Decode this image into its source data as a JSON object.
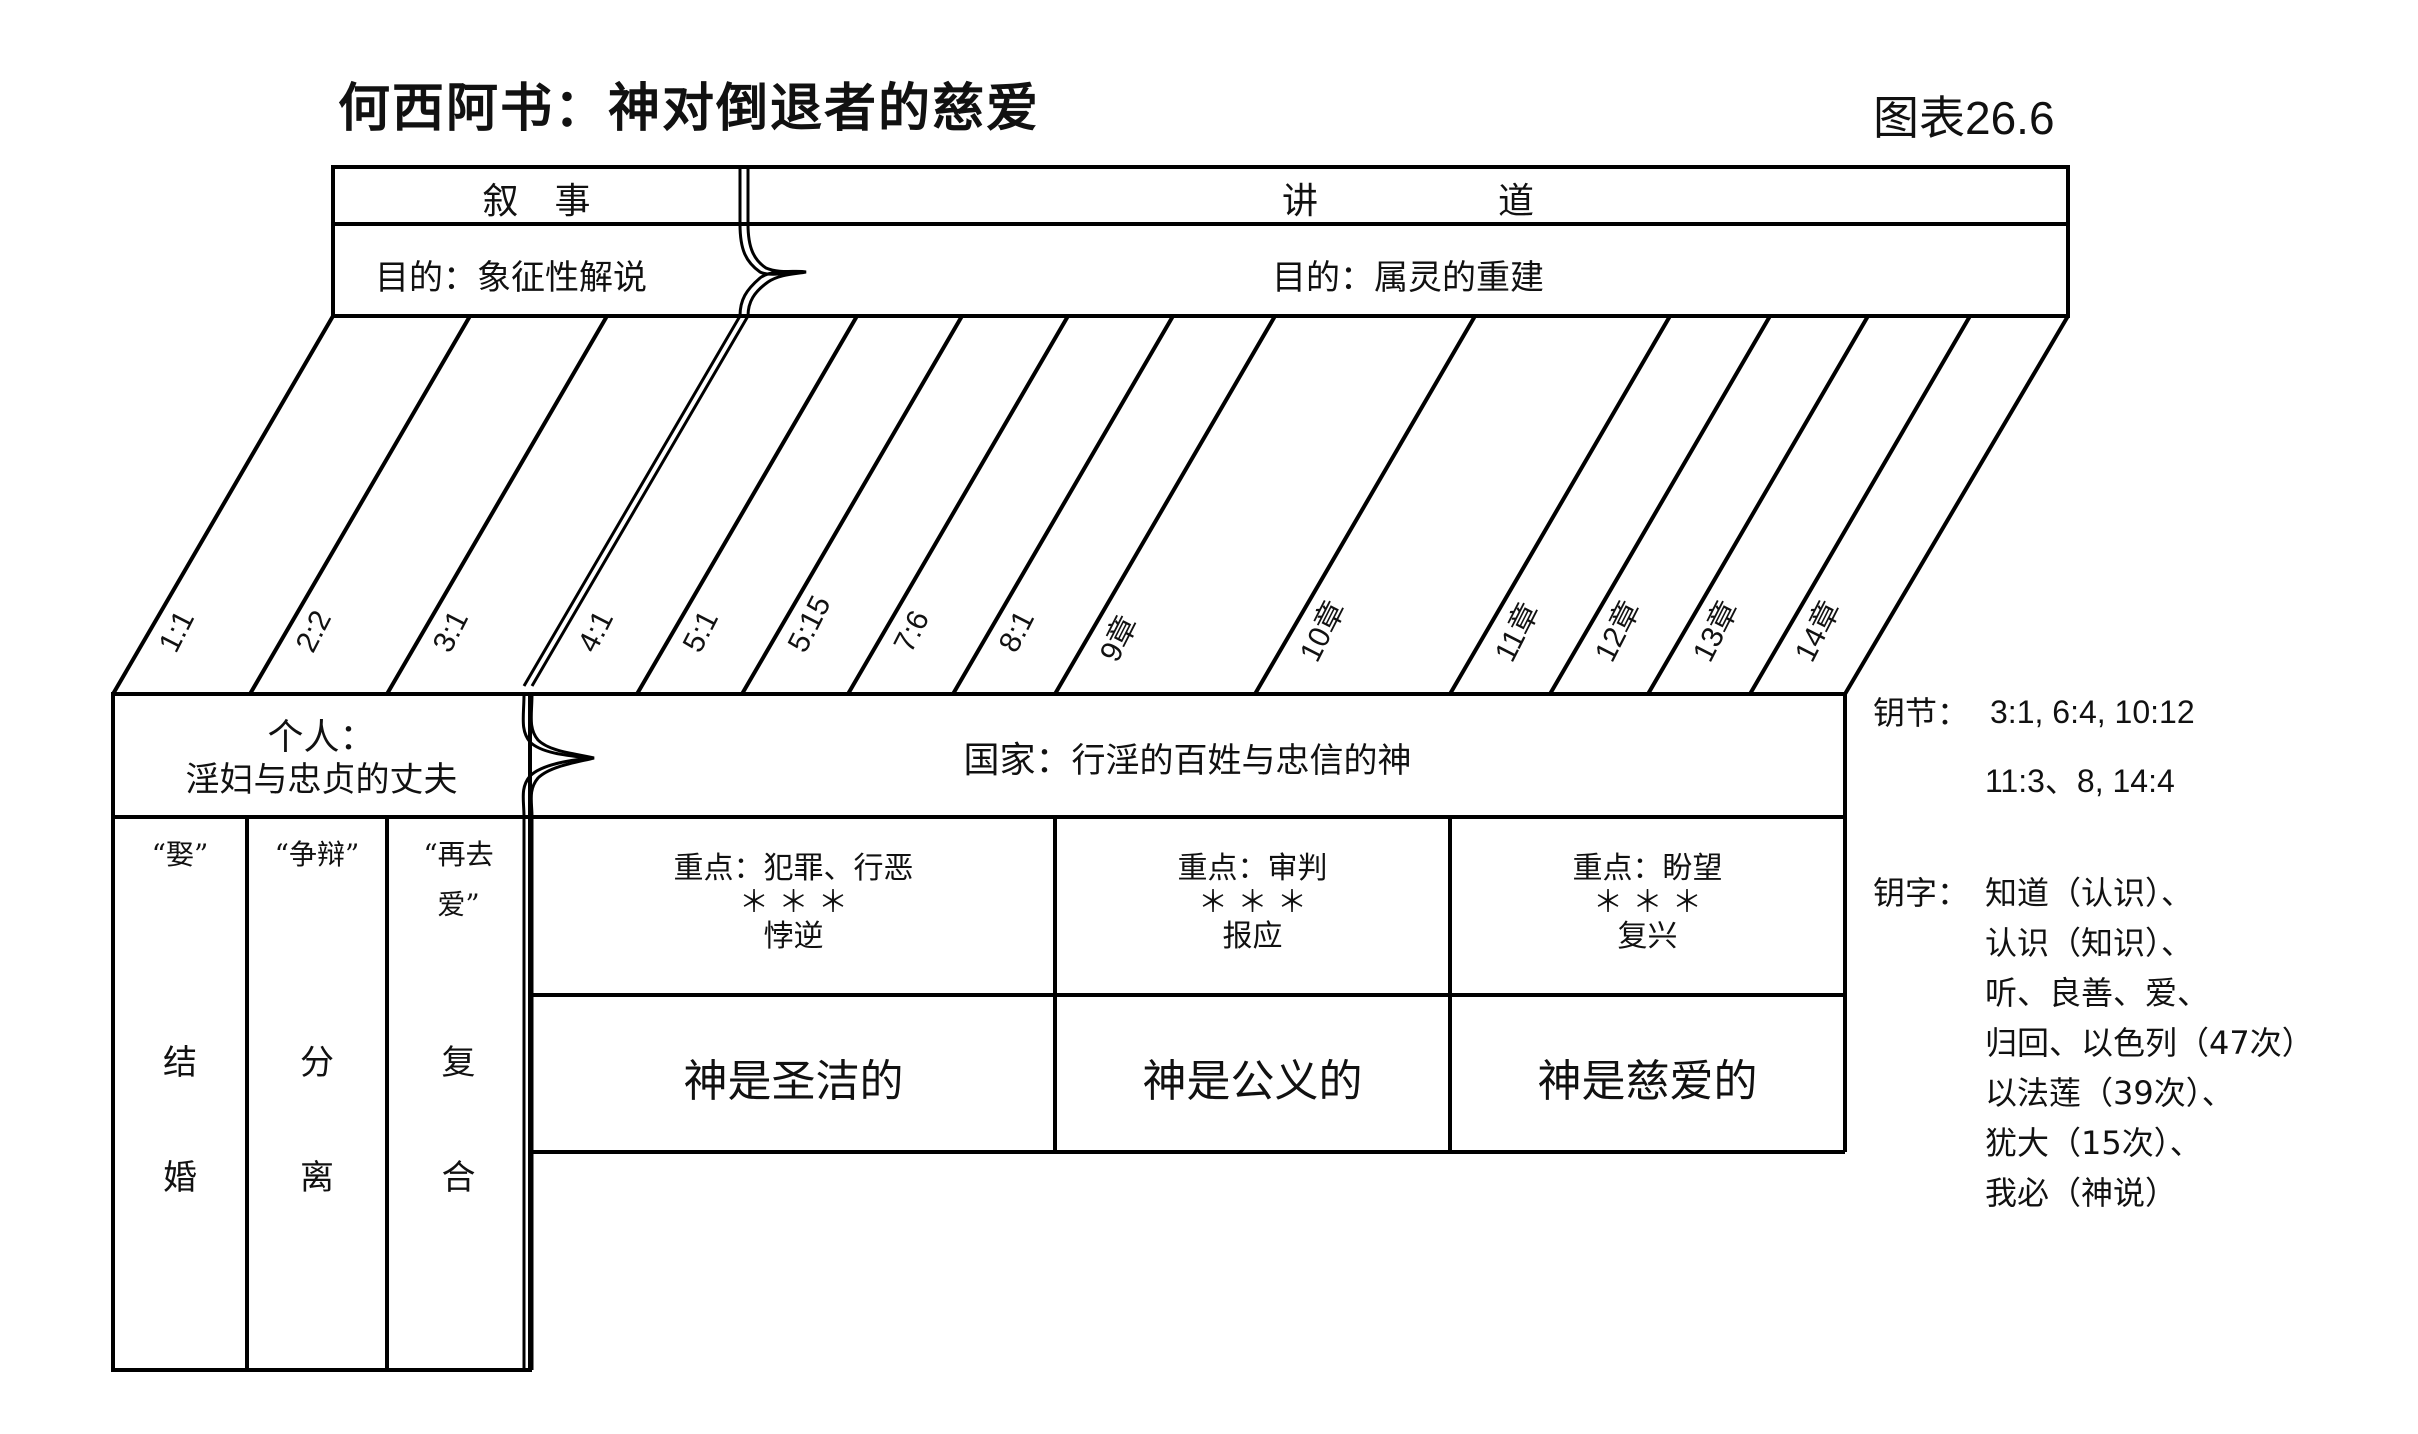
{
  "title": "何西阿书：神对倒退者的慈爱",
  "chart_number": "图表26.6",
  "sections": {
    "narrative": {
      "label": "叙　事",
      "purpose": "目的：象征性解说"
    },
    "discourse": {
      "label": "讲　　　　　道",
      "purpose": "目的：属灵的重建"
    }
  },
  "references": [
    "1:1",
    "2:2",
    "3:1",
    "4:1",
    "5:1",
    "5:15",
    "7:6",
    "8:1",
    "9章",
    "10章",
    "11章",
    "12章",
    "13章",
    "14章"
  ],
  "personal": {
    "title": "个人：",
    "subtitle": "淫妇与忠贞的丈夫",
    "stages": [
      {
        "quote": "“娶”",
        "result_1": "结",
        "result_2": "婚"
      },
      {
        "quote": "“争辩”",
        "result_1": "分",
        "result_2": "离"
      },
      {
        "quote_1": "“再去",
        "quote_2": "爱”",
        "result_1": "复",
        "result_2": "合"
      }
    ]
  },
  "national": {
    "title_bold": "国家：",
    "title_rest": "行淫的百姓与忠信的神",
    "columns": [
      {
        "focus": "重点：犯罪、行恶",
        "stars": "＊ ＊ ＊",
        "theme": "悖逆",
        "attribute": "神是圣洁的"
      },
      {
        "focus": "重点：审判",
        "stars": "＊ ＊ ＊",
        "theme": "报应",
        "attribute": "神是公义的"
      },
      {
        "focus": "重点：盼望",
        "stars": "＊ ＊ ＊",
        "theme": "复兴",
        "attribute": "神是慈爱的"
      }
    ]
  },
  "key_verses": {
    "label": "钥节：",
    "line_1": "3:1, 6:4, 10:12",
    "line_2": "11:3、8, 14:4"
  },
  "key_words": {
    "label": "钥字：",
    "lines": [
      "知道（认识）、",
      "认识（知识）、",
      "听、良善、爱、",
      "归回、以色列（47次）",
      "以法莲（39次）、",
      "犹大（15次）、",
      "我必（神说）"
    ]
  }
}
